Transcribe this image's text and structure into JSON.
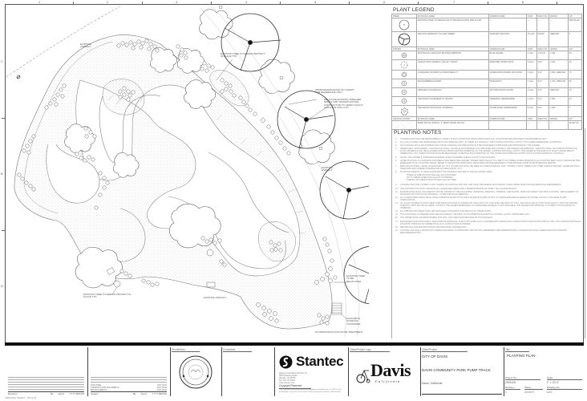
{
  "sheet": {
    "grid_columns": [
      "1",
      "2",
      "3",
      "4",
      "5",
      "6",
      "7",
      "8"
    ],
    "grid_rows": [
      "C",
      "B",
      "A"
    ]
  },
  "plan": {
    "callouts": [
      "EXISTING TREE TO REMAIN PROTECT IN PLACE TYP.",
      "APPROXIMATE EDGE OF CANOPY FOR REFERENCE ONLY",
      "RELOCATE EXISTING TREE SEE SPECS FOR TRANSPLANTING. CONTRACTOR TO VERIFY EXACT LOCATION WITH CITY",
      "EXISTING ASPHALT",
      "EXISTING ASPHALT",
      "EXISTING TREE TO REMAIN PROTECT IN PLACE TYP.",
      "EXISTING ASPHALT",
      "EXISTING TREE TO BE RELOCATED",
      "CONCRETE STORAGE CONTAINER",
      "NO IRRIGATION FOR SLOPE TREATMENT"
    ]
  },
  "legend": {
    "title": "PLANT LEGEND",
    "trees": {
      "headers": [
        "TREES",
        "BOTANICAL NAME",
        "COMMON NAME",
        "CONT",
        "SIZE H×W",
        "WATER",
        "QTY"
      ],
      "rows": [
        {
          "symbol": "existing-tree",
          "botanical": "EXISTING TREE TO REMAIN OR TO BE RELOCATED PER PLANS",
          "common": "—",
          "cont": "—",
          "size": "—",
          "water": "—",
          "qty": "PER PLAN"
        },
        {
          "symbol": "zelkova",
          "botanical": "ZELKOVA SERRATA 'VILLAGE GREEN'",
          "common": "SAWLEAF ZELKOVA",
          "cont": "15 GAL",
          "size": "50'x50'",
          "water": "MEDIUM",
          "qty": "4"
        }
      ]
    },
    "shrubs": {
      "headers": [
        "SHRUBS",
        "BOTANICAL NAME",
        "COMMON NAME",
        "CONT",
        "SIZE H×W",
        "WATER",
        "QTY"
      ],
      "rows": [
        {
          "symbol": "shrub-1",
          "botanical": "BOUTELOUA GRACILIS 'BLONDE AMBITION'",
          "common": "BLUE GRAMA",
          "cont": "1 GAL",
          "size": "2.5'x2.5'",
          "water": "LOW",
          "qty": "34"
        },
        {
          "symbol": "shrub-2",
          "botanical": "CEANOTHUS GRISEUS 'VALLEY VIOLET'",
          "common": "MARITIME CEANOTHUS",
          "cont": "5 GAL",
          "size": "3'x6'",
          "water": "LOW",
          "qty": "19"
        },
        {
          "symbol": "shrub-3",
          "botanical": "LOMANDRA 'ROMPE' PLATINUM BEAUTY",
          "common": "VARIEGATED DWARF MAT RUSH",
          "cont": "1 GAL",
          "size": "3'x3'",
          "water": "LOW / MEDIUM",
          "qty": "73"
        },
        {
          "symbol": "shrub-4",
          "botanical": "MUHLENBERGIA DUBIA",
          "common": "PINE MUHLY",
          "cont": "1 GAL",
          "size": "3'x3'",
          "water": "LOW / MEDIUM",
          "qty": "94"
        },
        {
          "symbol": "shrub-5",
          "botanical": "SESLERIA AUTUMNALIS",
          "common": "AUTUMN MOOR GRASS",
          "cont": "1 GAL",
          "size": "2'x2'",
          "water": "MEDIUM",
          "qty": "70"
        },
        {
          "symbol": "shrub-6",
          "botanical": "TEUCRIUM CHAMAEDRYS 'NANUM'",
          "common": "CREEPING GERMANDER",
          "cont": "1 GAL",
          "size": "1'x2'",
          "water": "LOW",
          "qty": "24"
        },
        {
          "symbol": "shrub-7",
          "botanical": "TEUCRIUM FRUTICANS 'AZUREUM'",
          "common": "AZURE BUSH GERMANDER",
          "cont": "5 GAL",
          "size": "6'x6'",
          "water": "LOW",
          "qty": "7"
        }
      ]
    },
    "groundcover": {
      "headers": [
        "GROUND COVERS",
        "BOTANICAL NAME",
        "COMMON NAME",
        "CONT",
        "SIZE H×W",
        "WATER",
        "QTY"
      ],
      "rows": [
        {
          "symbol": "bark-mulch",
          "botanical": "BARK MULCH INSTALL 3\" DEPTH BARK MULCH",
          "common": "",
          "cont": "—",
          "size": "—",
          "water": "—",
          "qty": "15,637 SF"
        }
      ]
    }
  },
  "notes": {
    "title": "PLANTING NOTES",
    "items": [
      {
        "n": "1.",
        "t": "CONTRACTOR SHALL BE RESPONSIBLE TO VERIFY PLANT QUANTITIES FROM LANDSCAPE PLAN. QUANTITIES ARE PROVIDED FOR REFERENCE ONLY."
      },
      {
        "n": "2.",
        "t": "ALL LOCAL CODES AND ORDINANCES SHALL BE COMPLIED WITH. IF THERE IS A CONFLICT, THE CONTRACTOR SHALL NOTIFY THE OWNER IMMEDIATELY IN WRITING."
      },
      {
        "n": "3.",
        "t": "NO PLANTING SHALL BE STARTED UNTIL FINISH GRADING AND IRRIGATION SYSTEM HAVE BEEN COMPLETED AND APPROVED BY THE OWNER."
      },
      {
        "n": "4.",
        "t": "IMMEDIATELY UPON AWARD, CONTRACTOR SHALL LOCATE PLANT MATERIALS AS SPECIFIED AND CONTACT THE OWNER FOR APPROVAL. SUBSTITUTIONS: NO SUBSTITUTIONS FOR PLANT MATERIALS WILL BE ALLOWED WITHOUT PRIOR WRITTEN APPROVAL OF THE OWNER. CONTRACTOR SHALL NOTIFY THE OWNER IN THE EVENT OF PLANT UNAVAILABILITY IMMEDIATELY. ANY SUBSTITUTIONS MUST BE REQUESTED IN WRITING AND SUBMITTED TO THE OWNER FOR APPROVAL WITHIN 30 DAYS AFTER AWARD OF CONTRACT."
      },
      {
        "n": "5.",
        "t": "NOTIFY THE OWNER IF SUBSURFACE WATER IS ENCOUNTERED DURING PLANT PIT EXCAVATION."
      },
      {
        "n": "6.",
        "t": "AFTER PLANTING IS COMPLETE AND AREAS HAVE BEEN FINE GRADED, SPREAD BARK MULCH TO A DEPTH OF THREE INCHES MINIMUM IN ALL PLANTING BEDS. APPLY GRANULAR PRE-EMERGENT TO ALL PLANTING AREAS. REFER TO SPECS FOR ADDITIONAL FERTILIZER AND PRE-EMERGENT TO BE APPLIED AT END OF MAINTENANCE PERIOD."
      },
      {
        "n": "7.",
        "t": "BARK MULCH SHALL LARGE COVER BARK 3/4\" TO 2\" IN SIZE AND SHALL BE FREE OF FOREIGN PIECES, SOIL, STONES, STICKS, DEBRIS OR OTHER FOREIGN MATTER. UNDER EXISTING TREE DRIPLINES WHERE POSSIBLE AND AS DIRECTED BY CITY."
      },
      {
        "n": "8.",
        "t": "PLANTING TABLETS: 21 GRAM AGRIFORM TYPE OR EQUAL APPLIED AT THE FOLLOWING RATE:"
      }
    ],
    "tablet_rates": [
      "THREE (3) TABLETS PER ONE GALLON CONTAINER",
      "SIX (6) TABLETS PER FIVE GALLON CONTAINER",
      "TWELVE (12) TABLETS PER FIFTEEN GALLON TREE"
    ],
    "items2": [
      {
        "n": "9.",
        "t": "CONTRACTOR SHALL SUBMIT A SOIL SAMPLE OF EXISTING SITE SOIL AND HAVE THE SAMPLE ANALYZED BY A REPUTABLE FIRM FOR REQUIRED SOIL AMENDMENTS."
      },
      {
        "n": "10.",
        "t": "THE CONTRACTOR SHALL MAINTAIN ALL LANDSCAPE AREAS FOR A MINIMUM PERIOD OF NINETY (90) CALENDAR DAYS."
      },
      {
        "n": "11.",
        "t": "MAINTENANCE SHALL INCLUDE BUT NOT BE LIMITED TO THE FOLLOWING: WATERING, WEEDING, TRIMMING, FERTILIZING, SPRAYING INSECT AND PEST CONTROL, REPLACEMENT OF DAMAGED OR DYING PLANT MATERIAL, LITTER AND TRASH REMOVAL."
      },
      {
        "n": "12.",
        "t": "ALL LANDSCAPED AREAS SHALL HAVE A MINIMUM SLOPE OF 2% AND A MAXIMUM SLOPE OF 33%. IF LANDSCAPE AREA EXCEEDS 33% SLOPE, INSTALL JUTE MESH SLOPE STABILIZATION."
      },
      {
        "n": "13.",
        "t": "ALL PLANT MATERIALS SHALL MEET SIZE SPECIFICATIONS AS SHOWN ON THE PLANT LIST, AND SHALL BE HEALTHY, FULL, AND SHALL BE OF FIRST RATE QUALITY FOR THE SPECIES. SUBSTITUTIONS MAY BE ALLOWED. CONTACT THE OWNER IMMEDIATELY IF A SPECIFIED MATERIAL IS NOT AVAILABLE, FOR REVIEW AND APPROVAL OF SUBSTITUTIONS PRIOR TO ORDERING."
      },
      {
        "n": "14.",
        "t": "ALL SHRUBS AND TREES SHALL BE INSTALLED AS SHOWN IN THE DETAILS OF THESE PLANS."
      },
      {
        "n": "15.",
        "t": "THE LOCATIONS OF SHRUBS SHALL BE ADJUSTED IN THE FIELD TO ACCOMMODATE EXISTING UTILITIES, LIGHTS, SPRINKLERS, ETC."
      },
      {
        "n": "16.",
        "t": "THE OWNER SHALL BE RESPONSIBLE FOR THE LONG TERM MAINTENANCE OF THIS PROJECT."
      },
      {
        "n": "17.",
        "t": "EXCAVATED PLANT PITS SHALL HAVE POSITIVE DRAINAGE. PLANT PITS WHEN FULLY FLOODED WITH WATER SHALL DRAIN WITHIN ONE HOUR AFTER FILLING. THE CONTRACTOR SHALL EXCAVATE THROUGH ANY IMPERVIOUS CLAY LAYER, IF ENCOUNTERED."
      },
      {
        "n": "18.",
        "t": "SEE DETAILS AND SPECIFICATIONS FOR ADDITIONAL INFORMATION."
      },
      {
        "n": "19.",
        "t": "CONTRACTOR SHALL OBTAIN SOIL SAMPLE AND SEND TO APPROVED LAB FOR SOIL AMENDMENT RECOMMENDATIONS. CONTRACTOR SHALL AMEND PER SOILS REPORT RECOMMENDATIONS."
      }
    ]
  },
  "title_block": {
    "revision_label": "Revision",
    "issued_label": "Issued",
    "by_label": "By",
    "appd_label": "Appd.",
    "date_label": "YYYY.MM.DD",
    "issued_items": [
      {
        "label": "100% PS&E",
        "date": "2017.00.00"
      },
      {
        "label": "CONSTRUCTION DOCUMENTS",
        "date": "2017.00.00"
      },
      {
        "label": "BID DOCUMENTS",
        "date": "2017.00.00"
      }
    ],
    "permit_seal_label": "Permit/Seal",
    "consultant_label": "Consultant",
    "stantec_name": "Stantec",
    "stantec_address": [
      "Stantec Consulting Services Inc.",
      "3875 Atherton Road",
      "Rocklin, CA 95765",
      "Tel. 916.773.8100",
      "www.stantec.com"
    ],
    "copyright_label": "Copyright Reserved",
    "copyright_text": "The Contractor shall verify and be responsible for all dimensions. DO NOT scale the drawing - any errors or omissions shall be reported to Stantec without delay.",
    "client_logo_label": "Client/Project Logo",
    "davis_name": "Davis",
    "davis_sub": "California",
    "client_project_label": "Client/Project",
    "client": "CITY OF DAVIS",
    "project": "DAVIS COMMUNITY PARK PUMP TRACK",
    "location": "Davis, California",
    "title_label": "Title",
    "title": "PLANTING PLAN",
    "project_no_label": "Project No.",
    "project_no": "2001128",
    "scale_label": "Scale",
    "scale": "1\" = 10'-0\"",
    "revision_no_label": "Revision",
    "revision_no": "1",
    "sheet_label": "Sheet",
    "sheet": "13 of 17",
    "drawing_no_label": "Drawing No.",
    "drawing_no": "L2.0"
  },
  "footer": "ORIGINAL SHEET - ARCH D"
}
